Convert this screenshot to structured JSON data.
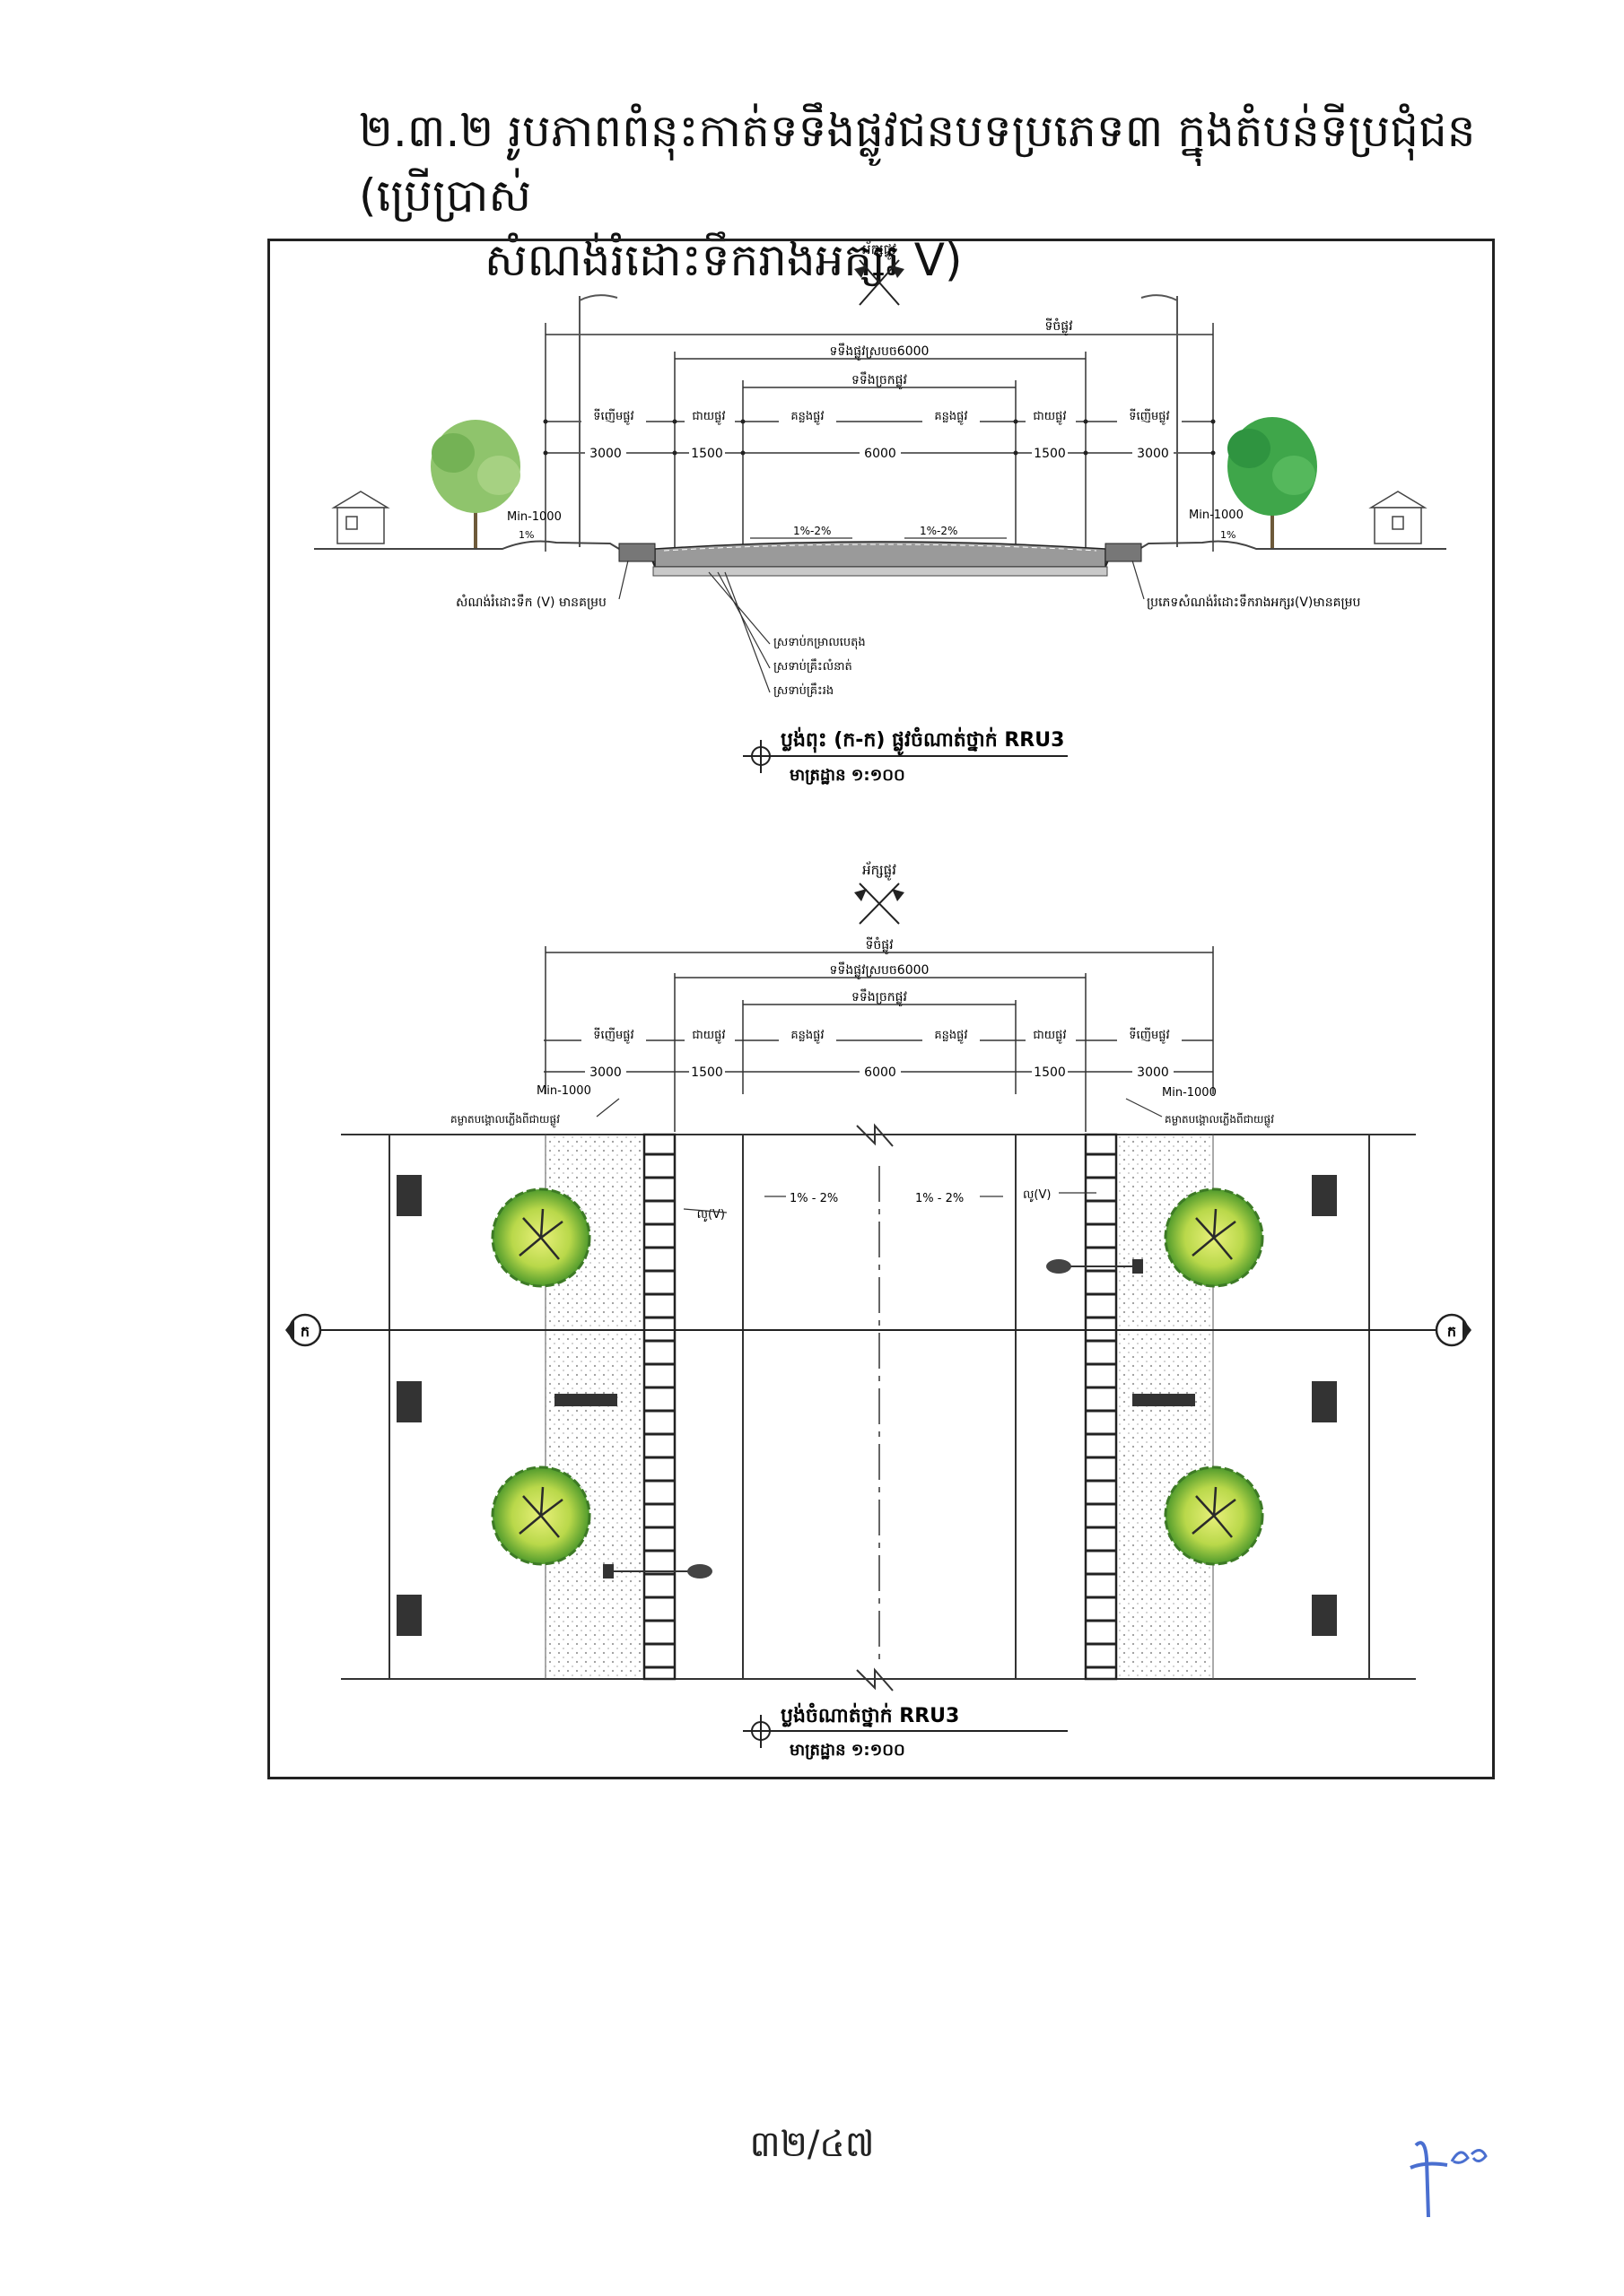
{
  "heading": {
    "section_number": "២.៣.២",
    "line1": "រូបភាពពំនុះកាត់ទទឹងផ្លូវជនបទប្រភេទ៣ ក្នុងតំបន់ទីប្រជុំជន (ប្រើប្រាស់",
    "line2": "សំណង់រំដោះទឹករាងអក្សរ V)"
  },
  "section_drawing": {
    "axis_label": "អ័ក្សផ្លូវ",
    "total_width_label": "ទីចំផ្លូវ",
    "paved_width_label": "ទទឹងផ្លូវស្របច6000",
    "carriageway_label": "ទទឹងច្រកផ្លូវ",
    "sidewalk_label": "ទីញើមផ្លូវ",
    "shoulder_label": "ជាយផ្លូវ",
    "lane_label": "គន្លងផ្លូវ",
    "dim_sidewalk": "3000",
    "dim_shoulder": "1500",
    "dim_carriageway": "6000",
    "min_left": "Min-1000",
    "min_right": "Min-1000",
    "slope_small": "1%",
    "slope_lane": "1%-2%",
    "drain_left_label": "សំណង់រំដោះទឹក (V) មានគម្រប",
    "drain_right_label": "ប្រភេទសំណង់រំដោះទឹករាងអក្សរ(V)មានគម្រប",
    "layer1": "ស្រទាប់កម្រាលបេតុង",
    "layer2": "ស្រទាប់គ្រឹះលំនាត់",
    "layer3": "ស្រទាប់គ្រឹះរង",
    "title": "ប្លង់ពុះ (ក-ក) ផ្លូវចំណាត់ថ្នាក់ RRU3",
    "scale": "មាត្រដ្ឋាន ១:១០០"
  },
  "plan_drawing": {
    "axis_label": "អ័ក្សផ្លូវ",
    "total_width_label": "ទីចំផ្លូវ",
    "paved_width_label": "ទទឹងផ្លូវស្របច6000",
    "carriageway_label": "ទទឹងច្រកផ្លូវ",
    "sidewalk_label": "ទីញើមផ្លូវ",
    "shoulder_label": "ជាយផ្លូវ",
    "lane_label": "គន្លងផ្លូវ",
    "dim_sidewalk": "3000",
    "dim_shoulder": "1500",
    "dim_carriageway": "6000",
    "min_left": "Min-1000",
    "min_right": "Min-1000",
    "edge_left_label": "គម្លាតបង្គោលភ្លើងពីជាយផ្លូវ",
    "edge_right_label": "គម្លាតបង្គោលភ្លើងពីជាយផ្លូវ",
    "drain_left": "លូ(V)",
    "drain_right": "លូ(V)",
    "slope_left": "1% - 2%",
    "slope_right": "1% - 2%",
    "section_marker": "ក",
    "title": "ប្លង់ចំណាត់ថ្នាក់ RRU3",
    "scale": "មាត្រដ្ឋាន ១:១០០"
  },
  "footer": {
    "page_number": "៣២/៤៧"
  }
}
